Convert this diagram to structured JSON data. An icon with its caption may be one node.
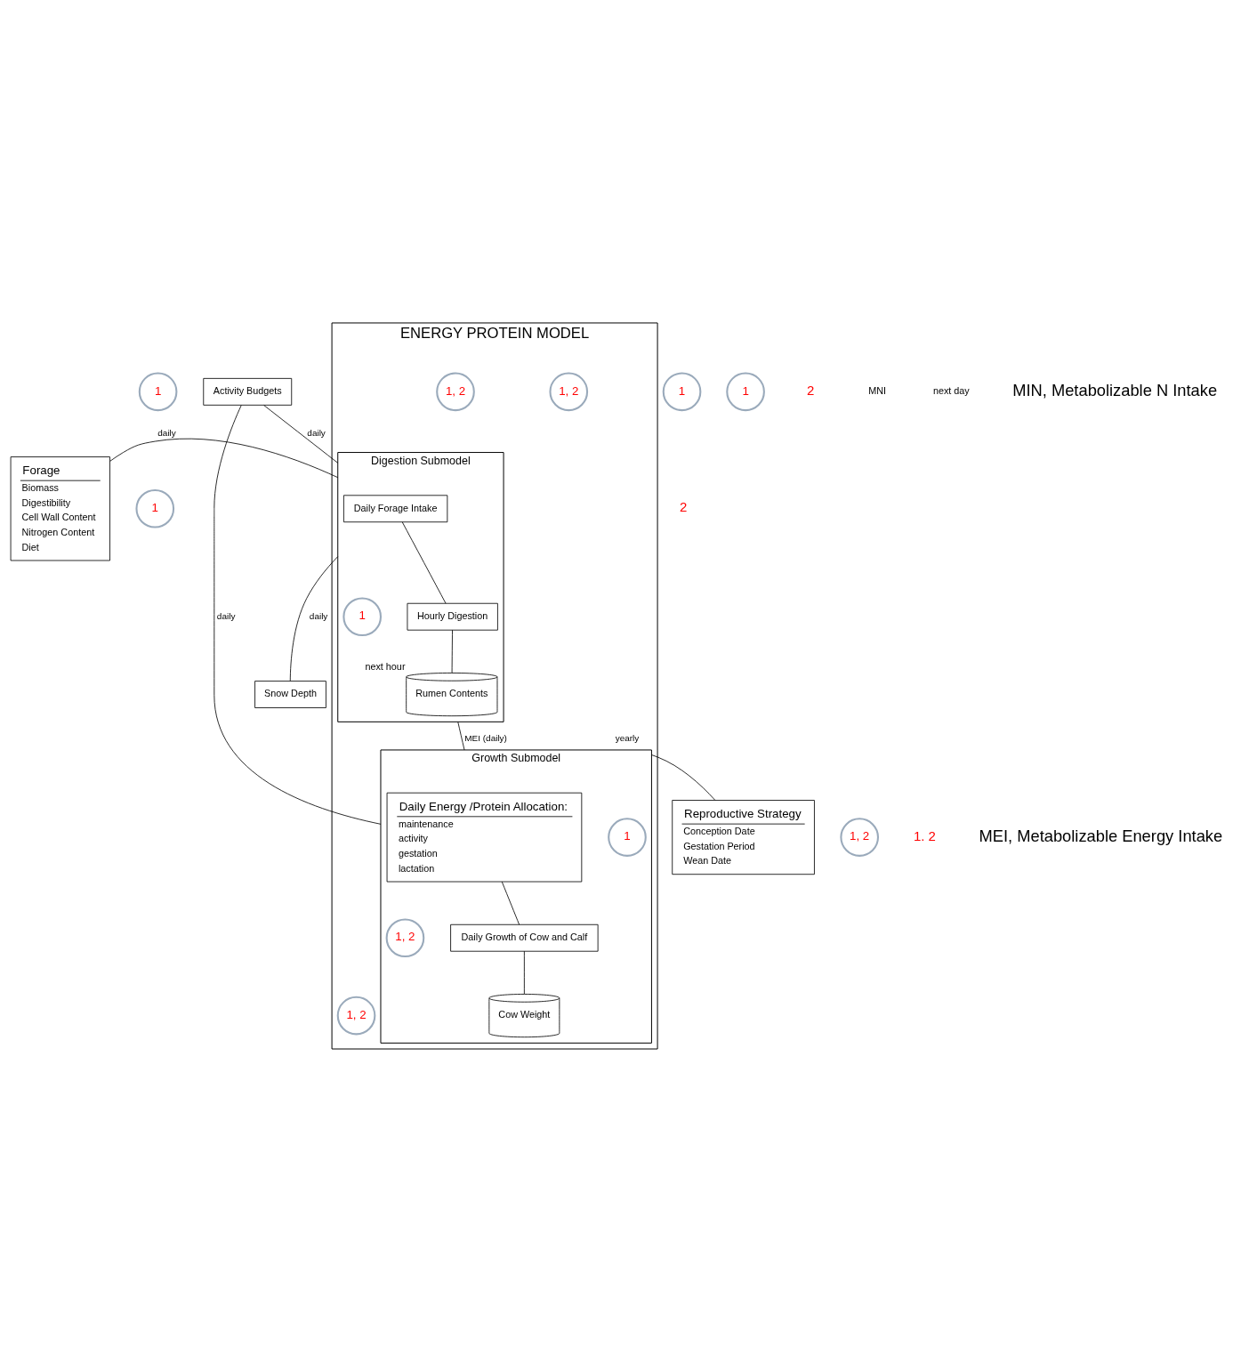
{
  "diagram": {
    "nodes": [
      {
        "text": [
          "ENERGY PROTEIN MODEL"
        ]
      },
      {
        "text": [
          "Forage",
          "Biomass",
          "Digestibility",
          "Cell Wall Content",
          "Nitrogen Content",
          "Diet"
        ]
      },
      {
        "text": [
          "1"
        ]
      },
      {
        "text": [
          "1"
        ]
      },
      {
        "text": [
          "Snow Depth"
        ]
      },
      {
        "text": [
          "1"
        ]
      },
      {
        "text": [
          "Activity Budgets"
        ]
      },
      {
        "text": [
          "1"
        ]
      },
      {
        "text": [
          "Reproductive Strategy",
          "Conception Date",
          "Gestation Period",
          "Wean Date"
        ]
      },
      {
        "text": [
          "1, 2"
        ]
      },
      {
        "text": [
          "Digestion Submodel"
        ],
        "in": 0
      },
      {
        "text": [
          "Daily Forage Intake"
        ],
        "in": 10
      },
      {
        "text": [
          "Hourly Digestion"
        ],
        "in": 10
      },
      {
        "text": [
          "1"
        ],
        "in": 10
      },
      {
        "text": [
          "Rumen Contents"
        ],
        "in": 10,
        "beside": [
          "next hour"
        ]
      },
      {
        "text": [
          "1, 2"
        ],
        "in": 0
      },
      {
        "text": [
          "1, 2"
        ],
        "in": 0
      },
      {
        "text": [
          "Growth Submodel"
        ],
        "in": 0
      },
      {
        "text": [
          "1"
        ],
        "in": 17
      },
      {
        "text": [
          "Daily Energy /Protein Allocation:",
          "maintenance",
          "activity",
          "gestation",
          "lactation"
        ],
        "in": 17
      },
      {
        "text": [
          "Daily Growth of Cow and Calf"
        ],
        "in": 17
      },
      {
        "text": [
          "1, 2"
        ],
        "in": 17
      },
      {
        "text": [
          "Cow Weight"
        ],
        "in": 17
      },
      {
        "text": [
          "1, 2"
        ],
        "in": 0
      }
    ],
    "edges": [
      {
        "from": 1,
        "to": 10,
        "arrow": "none",
        "label": "daily"
      },
      {
        "from": 4,
        "to": 10,
        "arrow": "none",
        "label": "daily"
      },
      {
        "from": 6,
        "to": 10,
        "arrow": "none",
        "label": "daily"
      },
      {
        "from": 6,
        "to": 17,
        "arrow": "none",
        "label": "daily"
      },
      {
        "from": 8,
        "to": 17,
        "arrow": "none",
        "label": "yearly"
      },
      {
        "from": 11,
        "to": 12,
        "arrow": "none"
      },
      {
        "from": 12,
        "to": 14,
        "arrow": "none"
      },
      {
        "from": 10,
        "to": 17,
        "arrow": "none",
        "label": "MEI (daily)"
      },
      {
        "from": 19,
        "to": 20,
        "arrow": "none"
      },
      {
        "from": 20,
        "to": 22,
        "arrow": "none"
      }
    ],
    "labels": [
      "2",
      "2",
      "MNI",
      "1. 2",
      "next day",
      "MIN, Metabolizable N Intake",
      "MEI, Metabolizable Energy Intake"
    ]
  }
}
